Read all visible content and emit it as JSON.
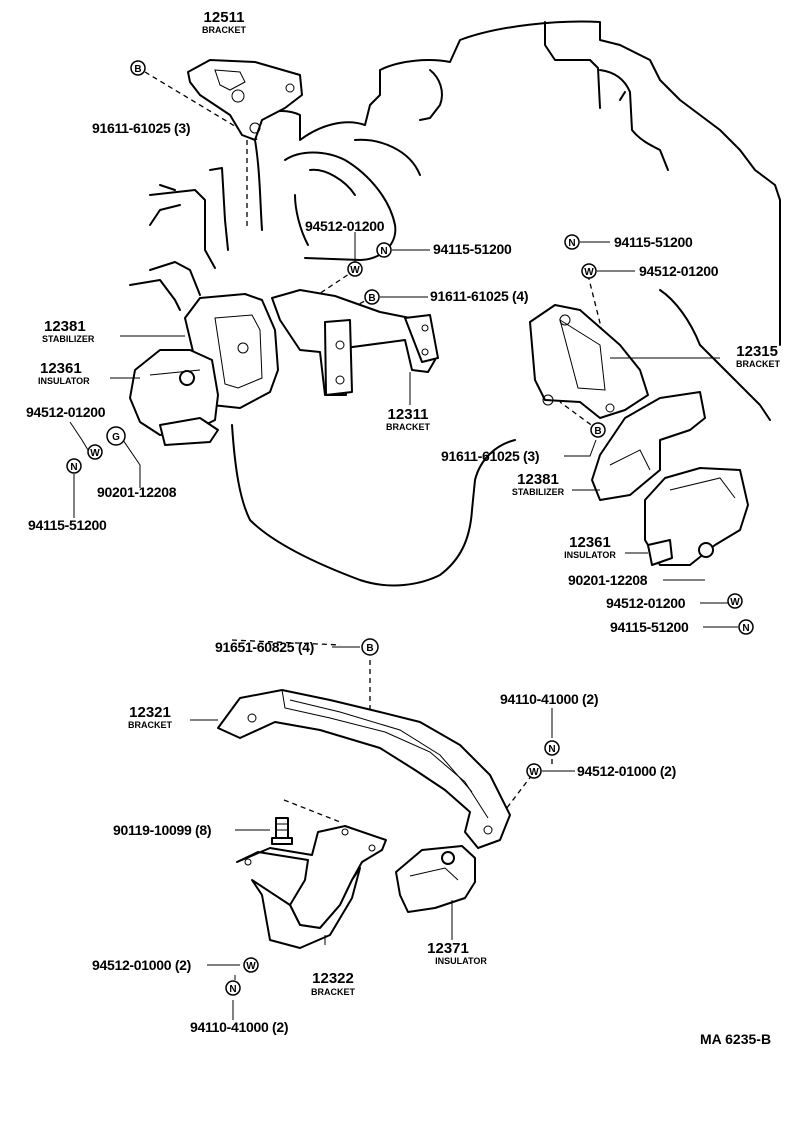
{
  "diagram_ref": "MA 6235-B",
  "symbols": {
    "bolt": "B",
    "nut": "N",
    "washer": "W",
    "grommet": "G"
  },
  "parts": {
    "p12511": {
      "number": "12511",
      "name": "BRACKET"
    },
    "p91611_a": {
      "number": "91611-61025 (3)"
    },
    "p94512_a": {
      "number": "94512-01200"
    },
    "p94115_a": {
      "number": "94115-51200"
    },
    "p91611_b": {
      "number": "91611-61025 (4)"
    },
    "p12381_l": {
      "number": "12381",
      "name": "STABILIZER"
    },
    "p12361_l": {
      "number": "12361",
      "name": "INSULATOR"
    },
    "p94512_l": {
      "number": "94512-01200"
    },
    "p90201_l": {
      "number": "90201-12208"
    },
    "p94115_l": {
      "number": "94115-51200"
    },
    "p12311": {
      "number": "12311",
      "name": "BRACKET"
    },
    "p94115_r": {
      "number": "94115-51200"
    },
    "p94512_r": {
      "number": "94512-01200"
    },
    "p12315": {
      "number": "12315",
      "name": "BRACKET"
    },
    "p91611_c": {
      "number": "91611-61025 (3)"
    },
    "p12381_r": {
      "number": "12381",
      "name": "STABILIZER"
    },
    "p12361_r": {
      "number": "12361",
      "name": "INSULATOR"
    },
    "p90201_r": {
      "number": "90201-12208"
    },
    "p94512_r2": {
      "number": "94512-01200"
    },
    "p94115_r2": {
      "number": "94115-51200"
    },
    "p91651": {
      "number": "91651-60825 (4)"
    },
    "p12321": {
      "number": "12321",
      "name": "BRACKET"
    },
    "p94110_a": {
      "number": "94110-41000 (2)"
    },
    "p94512_b": {
      "number": "94512-01000 (2)"
    },
    "p90119": {
      "number": "90119-10099 (8)"
    },
    "p94512_c": {
      "number": "94512-01000 (2)"
    },
    "p12322": {
      "number": "12322",
      "name": "BRACKET"
    },
    "p12371": {
      "number": "12371",
      "name": "INSULATOR"
    },
    "p94110_b": {
      "number": "94110-41000 (2)"
    }
  }
}
